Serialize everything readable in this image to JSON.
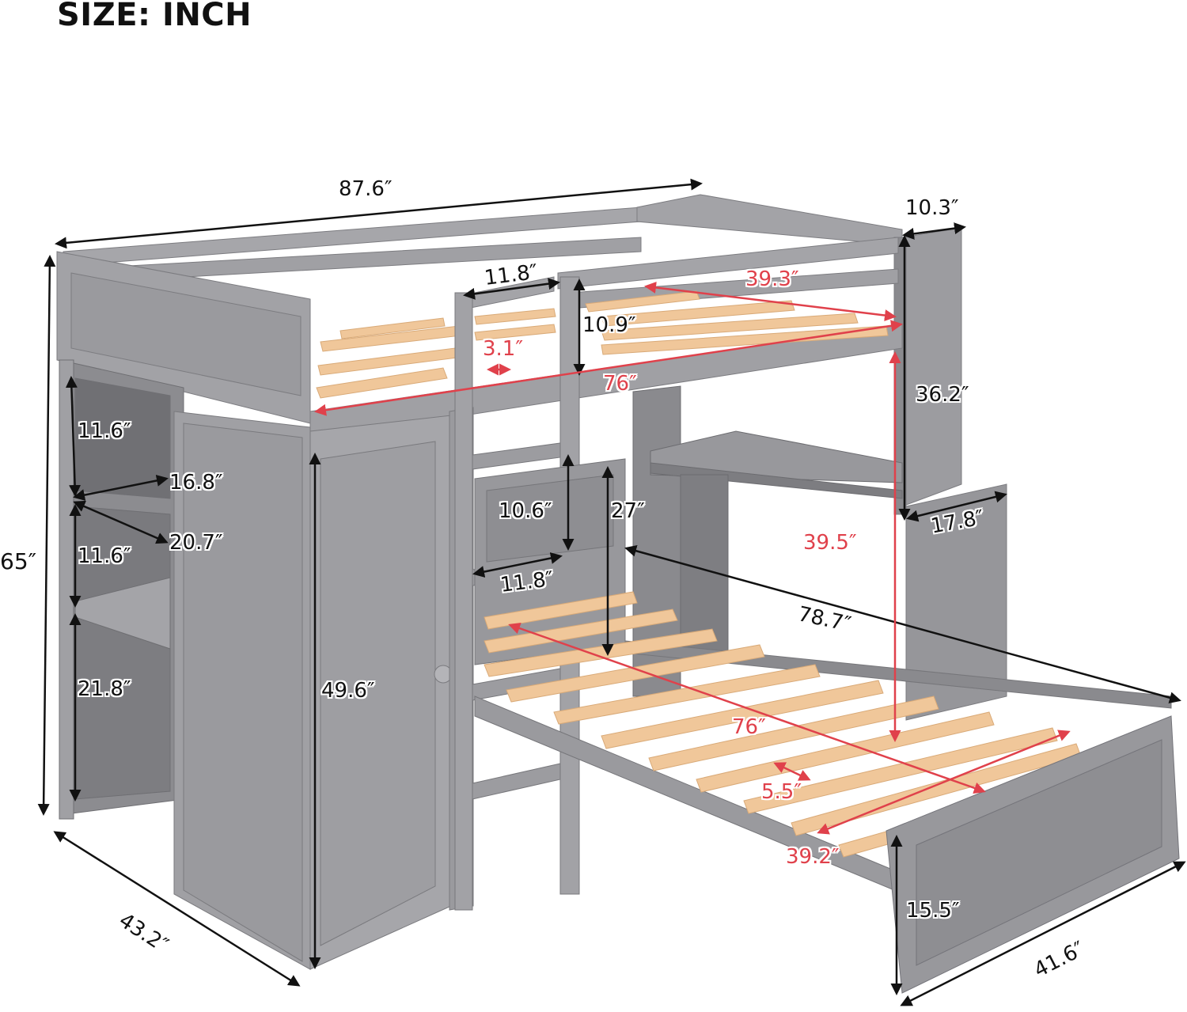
{
  "header": {
    "title": "SIZE: INCH"
  },
  "colors": {
    "frame_gray": "#8f8f93",
    "frame_light": "#a3a3a7",
    "frame_dark": "#6f6f73",
    "slat_wood": "#f0c79a",
    "dimension_black": "#111111",
    "dimension_red": "#e0414b",
    "background": "#ffffff"
  },
  "product": {
    "description": "L-shaped loft bed with twin bed, wardrobe, shelves, ladder and desk"
  },
  "dimensions": {
    "overall_length": "87.6″",
    "overall_height": "65″",
    "overall_depth": "43.2″",
    "desk_cabinet_depth": "10.3″",
    "upper_guardrail_gap": "11.8″",
    "upper_mattress_width": "39.3″",
    "guardrail_height": "10.9″",
    "upper_slat_gap": "3.1″",
    "upper_mattress_length": "76″",
    "desk_cabinet_height": "36.2″",
    "shelf_height_top": "11.6″",
    "shelf_depth": "16.8″",
    "shelf_width": "20.7″",
    "shelf_height_middle": "11.6″",
    "shelf_height_bottom": "21.8″",
    "ladder_step_height": "10.6″",
    "ladder_width": "11.8″",
    "lower_headboard_height": "27″",
    "under_loft_clearance": "39.5″",
    "desk_depth": "17.8″",
    "lower_bed_length": "78.7″",
    "wardrobe_height": "49.6″",
    "lower_mattress_length": "76″",
    "lower_slat_gap": "5.5″",
    "lower_mattress_width": "39.2″",
    "footboard_height": "15.5″",
    "lower_bed_width": "41.6″"
  }
}
